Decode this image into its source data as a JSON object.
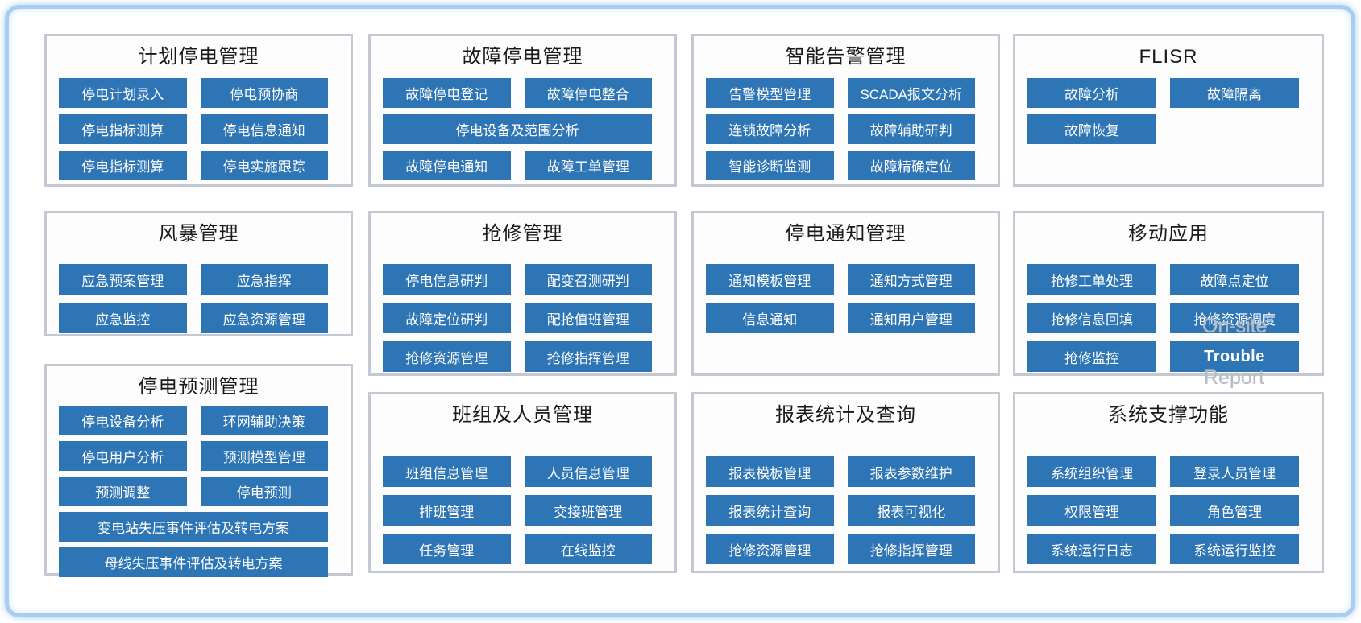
{
  "colors": {
    "button_bg": "#2e75b6",
    "button_text": "#ffffff",
    "panel_border": "#c3c8d2",
    "outer_frame": "#a9cdf1",
    "title_text": "#1a1a1a",
    "ghost_text": "#b6bcc4"
  },
  "panels": [
    {
      "id": "planned-outage-mgmt",
      "title": "计划停电管理",
      "buttons": [
        {
          "label": "停电计划录入"
        },
        {
          "label": "停电预协商"
        },
        {
          "label": "停电指标测算"
        },
        {
          "label": "停电信息通知"
        },
        {
          "label": "停电指标测算"
        },
        {
          "label": "停电实施跟踪"
        }
      ]
    },
    {
      "id": "fault-outage-mgmt",
      "title": "故障停电管理",
      "buttons": [
        {
          "label": "故障停电登记"
        },
        {
          "label": "故障停电整合"
        },
        {
          "label": "停电设备及范围分析",
          "wide": true
        },
        {
          "label": "故障停电通知"
        },
        {
          "label": "故障工单管理"
        }
      ]
    },
    {
      "id": "smart-alarm-mgmt",
      "title": "智能告警管理",
      "buttons": [
        {
          "label": "告警模型管理"
        },
        {
          "label": "SCADA报文分析"
        },
        {
          "label": "连锁故障分析"
        },
        {
          "label": "故障辅助研判"
        },
        {
          "label": "智能诊断监测"
        },
        {
          "label": "故障精确定位"
        }
      ]
    },
    {
      "id": "flisr",
      "title": "FLISR",
      "buttons": [
        {
          "label": "故障分析"
        },
        {
          "label": "故障隔离"
        },
        {
          "label": "故障恢复"
        }
      ]
    },
    {
      "id": "storm-mgmt",
      "title": "风暴管理",
      "buttons": [
        {
          "label": "应急预案管理"
        },
        {
          "label": "应急指挥"
        },
        {
          "label": "应急监控"
        },
        {
          "label": "应急资源管理"
        }
      ]
    },
    {
      "id": "repair-mgmt",
      "title": "抢修管理",
      "buttons": [
        {
          "label": "停电信息研判"
        },
        {
          "label": "配变召测研判"
        },
        {
          "label": "故障定位研判"
        },
        {
          "label": "配抢值班管理"
        },
        {
          "label": "抢修资源管理"
        },
        {
          "label": "抢修指挥管理"
        }
      ]
    },
    {
      "id": "outage-notice-mgmt",
      "title": "停电通知管理",
      "buttons": [
        {
          "label": "通知模板管理"
        },
        {
          "label": "通知方式管理"
        },
        {
          "label": "信息通知"
        },
        {
          "label": "通知用户管理"
        }
      ]
    },
    {
      "id": "mobile-app",
      "title": "移动应用",
      "buttons": [
        {
          "label": "抢修工单处理"
        },
        {
          "label": "故障点定位"
        },
        {
          "label": "抢修信息回填"
        },
        {
          "label": "抢修资源调度"
        },
        {
          "label": "抢修监控"
        },
        {
          "label": "Trouble"
        }
      ]
    },
    {
      "id": "outage-forecast-mgmt",
      "title": "停电预测管理",
      "buttons": [
        {
          "label": "停电设备分析"
        },
        {
          "label": "环网辅助决策"
        },
        {
          "label": "停电用户分析"
        },
        {
          "label": "预测模型管理"
        },
        {
          "label": "预测调整"
        },
        {
          "label": "停电预测"
        },
        {
          "label": "变电站失压事件评估及转电方案",
          "wide": true
        },
        {
          "label": "母线失压事件评估及转电方案",
          "wide": true
        }
      ]
    },
    {
      "id": "team-personnel-mgmt",
      "title": "班组及人员管理",
      "buttons": [
        {
          "label": "班组信息管理"
        },
        {
          "label": "人员信息管理"
        },
        {
          "label": "排班管理"
        },
        {
          "label": "交接班管理"
        },
        {
          "label": "任务管理"
        },
        {
          "label": "在线监控"
        }
      ]
    },
    {
      "id": "report-stats-query",
      "title": "报表统计及查询",
      "buttons": [
        {
          "label": "报表模板管理"
        },
        {
          "label": "报表参数维护"
        },
        {
          "label": "报表统计查询"
        },
        {
          "label": "报表可视化"
        },
        {
          "label": "抢修资源管理"
        },
        {
          "label": "抢修指挥管理"
        }
      ]
    },
    {
      "id": "system-support",
      "title": "系统支撑功能",
      "buttons": [
        {
          "label": "系统组织管理"
        },
        {
          "label": "登录人员管理"
        },
        {
          "label": "权限管理"
        },
        {
          "label": "角色管理"
        },
        {
          "label": "系统运行日志"
        },
        {
          "label": "系统运行监控"
        }
      ]
    }
  ],
  "ghost_texts": [
    {
      "text": "On-site"
    },
    {
      "text": "Report"
    }
  ]
}
